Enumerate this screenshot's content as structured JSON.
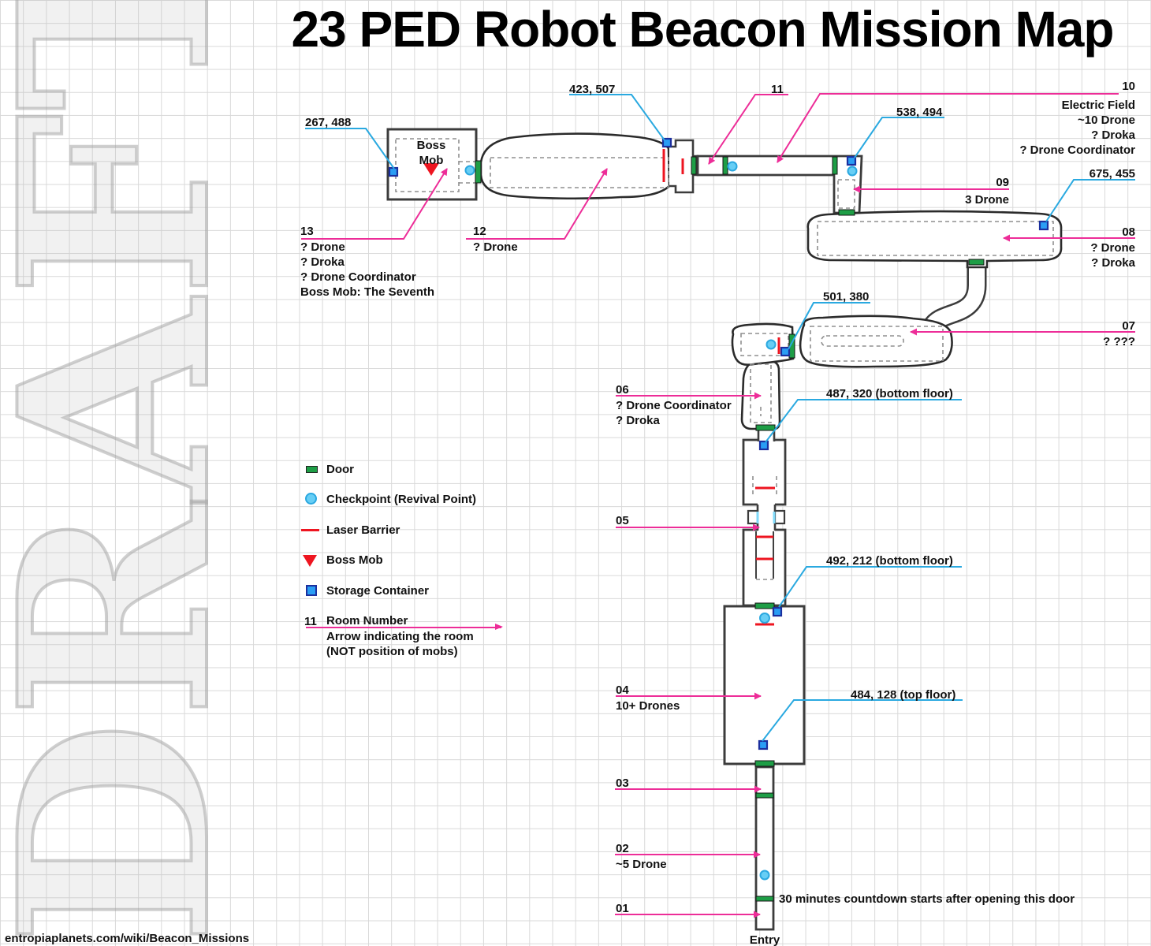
{
  "title": "23 PED Robot Beacon Mission Map",
  "watermark": "DRAFT",
  "footer": {
    "url": "entropiaplanets.com/wiki/Beacon_Missions"
  },
  "entry_label": "Entry",
  "countdown_note": "30 minutes countdown starts after opening this door",
  "boss_room": {
    "line1": "Boss",
    "line2": "Mob"
  },
  "legend": {
    "door": "Door",
    "checkpoint": "Checkpoint (Revival Point)",
    "laser_barrier": "Laser Barrier",
    "boss_mob": "Boss Mob",
    "storage_container": "Storage Container",
    "room_number_symbol": "11",
    "room_number": "Room Number",
    "arrow_note_line1": "Arrow indicating the room",
    "arrow_note_line2": "(NOT position of mobs)"
  },
  "rooms": {
    "r01": {
      "number": "01",
      "notes": []
    },
    "r02": {
      "number": "02",
      "notes": [
        "~5 Drone"
      ]
    },
    "r03": {
      "number": "03",
      "notes": []
    },
    "r04": {
      "number": "04",
      "notes": [
        "10+ Drones"
      ]
    },
    "r05": {
      "number": "05",
      "notes": []
    },
    "r06": {
      "number": "06",
      "notes": [
        "? Drone Coordinator",
        "? Droka"
      ]
    },
    "r07": {
      "number": "07",
      "notes": [
        "? ???"
      ]
    },
    "r08": {
      "number": "08",
      "notes": [
        "? Drone",
        "? Droka"
      ]
    },
    "r09": {
      "number": "09",
      "notes": [
        "3 Drone"
      ]
    },
    "r10": {
      "number": "10",
      "notes": [
        "Electric Field",
        "~10 Drone",
        "? Droka",
        "? Drone Coordinator"
      ]
    },
    "r11": {
      "number": "11",
      "notes": []
    },
    "r12": {
      "number": "12",
      "notes": [
        "? Drone"
      ]
    },
    "r13": {
      "number": "13",
      "notes": [
        "? Drone",
        "? Droka",
        "? Drone Coordinator",
        "Boss Mob: The Seventh"
      ]
    }
  },
  "storage_callouts": {
    "c267": "267, 488",
    "c423": "423, 507",
    "c538": "538, 494",
    "c675": "675, 455",
    "c501": "501, 380",
    "c487": "487, 320 (bottom floor)",
    "c492": "492, 212 (bottom floor)",
    "c484": "484, 128 (top floor)"
  },
  "colors": {
    "magenta_callout": "#ed2d98",
    "cyan_callout": "#2aa9e0",
    "door_green": "#1e9e46",
    "laser_red": "#ee1520",
    "checkpoint_fill": "#67cef5",
    "storage_blue": "#2a9df4",
    "wall": "#3c3c3c"
  }
}
